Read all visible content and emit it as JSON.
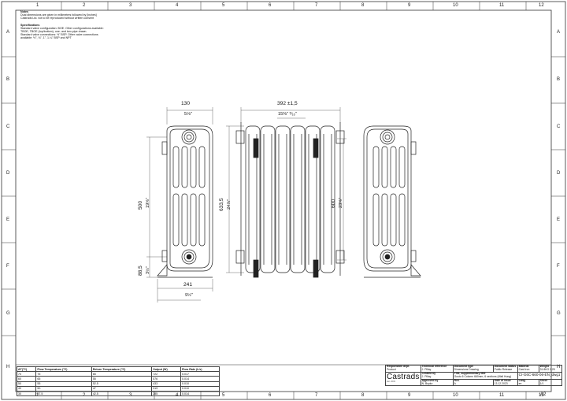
{
  "drawing": {
    "notes": {
      "heading": "Notes",
      "lines": [
        "Dual dimensions are given in millimetres followed by [inches]",
        "Castrads Ltd. not to be reproduced without written consent"
      ],
      "spec_heading": "Specifications",
      "spec_lines": [
        "Standard valve configuration: BOE. Other configurations available:",
        "TBOE, TBOE (top/bottom), one- and two-pipe drawn.",
        "Standard valve connections: ½\" BSP. Other valve connections",
        "available: ½\", ¾\", 1\", 1-¼\" BSP and NPT"
      ]
    },
    "zones": {
      "columns": [
        "1",
        "2",
        "3",
        "4",
        "5",
        "6",
        "7",
        "8",
        "9",
        "10",
        "11",
        "12"
      ],
      "rows": [
        "A",
        "B",
        "C",
        "D",
        "E",
        "F",
        "G",
        "H"
      ]
    },
    "dimensions": {
      "depth_mm": "130",
      "depth_in": "5⅛\"",
      "width_mm": "392 ±1,5",
      "width_in": "15⅜\" ⅟₁₆\"",
      "height_mm": "633,5",
      "height_in": "24⅞\"",
      "centres_mm": "500",
      "centres_in": "19⅝\"",
      "connection_mm": "600",
      "connection_in": "23⅝\"",
      "floor_mm": "88,5",
      "floor_in": "3½\"",
      "foot_mm": "241",
      "foot_in": "9½\""
    }
  },
  "output_table": {
    "headers": [
      "ΔT(°C)",
      "Flow Temperature (°C)",
      "Return Temperature (°C)",
      "Output (W)",
      "Flow Rate (L/s)"
    ],
    "rows": [
      [
        "70",
        "75",
        "65",
        "722",
        "0.017"
      ],
      [
        "60",
        "65",
        "55",
        "576",
        "0.014"
      ],
      [
        "50",
        "55",
        "52.5",
        "433",
        "0.010"
      ],
      [
        "40",
        "50",
        "47",
        "319",
        "0.010"
      ],
      [
        "30",
        "47.5",
        "42.5",
        "285",
        "0.014"
      ]
    ]
  },
  "title_block": {
    "responsible_dept_label": "Responsible dept.",
    "responsible_dept": "Product",
    "technical_reference_label": "Technical reference",
    "technical_reference": "J. Pillay",
    "created_by_label": "Created by",
    "created_by": "J. Pillay",
    "approved_by_label": "Approved by",
    "approved_by": "N. Boyko",
    "document_type_label": "Document type",
    "document_type": "Dimensions Drawing",
    "document_status_label": "Document status",
    "document_status": "Public Release",
    "material_label": "Material",
    "material": "Cast Iron",
    "weight_label": "Weight",
    "weight_value": "31.8KG",
    "scale_value": "0.25",
    "title_label": "Title, supplementary title",
    "title": "Gusto 6 Column 660mm, 6 sections (Wall Hung)",
    "drawing_number": "CI-G6C-660-06-EN_dwg1",
    "rev_label": "Rev.",
    "rev": "A",
    "date_label": "Date of issue",
    "date": "13.12.2023",
    "lang_label": "Lang.",
    "lang": "en",
    "sheet_label": "Sheet",
    "sheet": "1/1",
    "brand": "Castrads",
    "brand_sub": "Est. 2003",
    "paper_size": "A2"
  },
  "colors": {
    "line": "#222222",
    "frame": "#333333",
    "background": "#ffffff"
  }
}
